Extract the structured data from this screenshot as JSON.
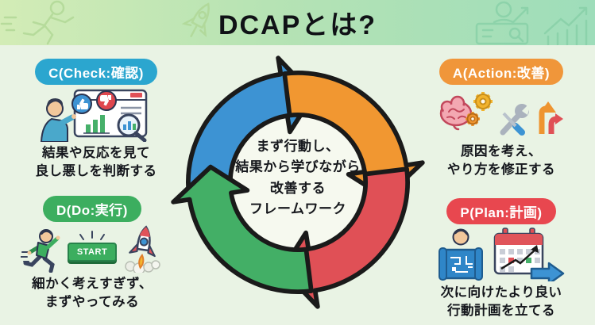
{
  "title": "DCAPとは?",
  "cycle": {
    "direction": "clockwise",
    "center_text": "まず行動し、\n結果から学びながら\n改善する\nフレームワーク",
    "arrows": [
      {
        "name": "check-arrow",
        "color": "#3d93d3"
      },
      {
        "name": "action-arrow",
        "color": "#f19731"
      },
      {
        "name": "plan-arrow",
        "color": "#e05056"
      },
      {
        "name": "do-arrow",
        "color": "#43af66"
      }
    ]
  },
  "sections": {
    "check": {
      "badge": "C(Check:確認)",
      "caption": "結果や反応を見て\n良し悪しを判断する"
    },
    "action": {
      "badge": "A(Action:改善)",
      "caption": "原因を考え、\nやり方を修正する"
    },
    "do": {
      "badge": "D(Do:実行)",
      "caption": "細かく考えすぎず、\nまずやってみる",
      "start_button": "START"
    },
    "plan": {
      "badge": "P(Plan:計画)",
      "caption": "次に向けたより良い\n行動計画を立てる"
    }
  },
  "colors": {
    "background": "#e9f3e4",
    "header_gradient_left": "#d3ecb6",
    "header_gradient_right": "#9eddba",
    "badge_check": "#2ba6cf",
    "badge_action": "#f0963a",
    "badge_do": "#3cae5f",
    "badge_plan": "#e8474f",
    "arrow_blue": "#3d93d3",
    "arrow_orange": "#f19731",
    "arrow_red": "#e05056",
    "arrow_green": "#43af66"
  },
  "icons": {
    "check_illustration": [
      "person-pointing-icon",
      "dashboard-window-icon",
      "thumbs-up-bubble-icon",
      "thumbs-down-bubble-icon",
      "bar-chart-icon",
      "magnifier-chart-icon"
    ],
    "do_illustration": [
      "running-person-icon",
      "start-button",
      "rocket-launch-icon"
    ],
    "action_illustration": [
      "brain-icon",
      "gear-icons",
      "wrench-screwdriver-icon",
      "branching-arrows-icon"
    ],
    "plan_illustration": [
      "person-blueprint-icon",
      "calendar-chart-icon",
      "forward-arrow-icon"
    ],
    "header_decorations": [
      "runner-outline-icon",
      "rocket-outline-icon",
      "presenter-outline-icon",
      "growth-chart-outline-icon"
    ]
  }
}
